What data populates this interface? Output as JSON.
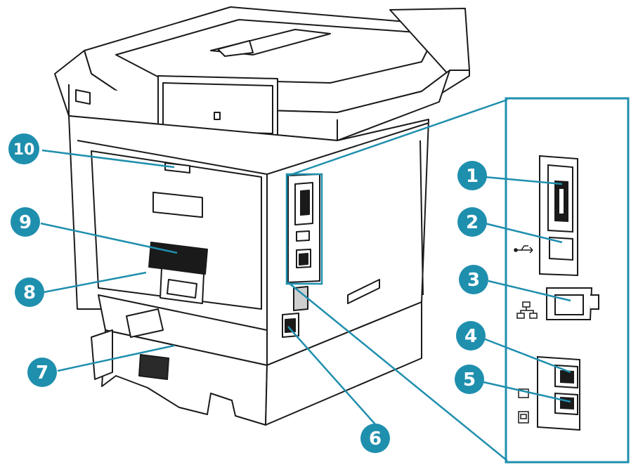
{
  "colors": {
    "accent": "#1f8fae",
    "callout_fill": "#1f8fae",
    "callout_text": "#ffffff",
    "printer_stroke": "#1a1a1a",
    "printer_fill": "#ffffff",
    "shade": "#d9d9d9"
  },
  "callouts": [
    {
      "label": "1"
    },
    {
      "label": "2"
    },
    {
      "label": "3"
    },
    {
      "label": "4"
    },
    {
      "label": "5"
    },
    {
      "label": "6"
    },
    {
      "label": "7"
    },
    {
      "label": "8"
    },
    {
      "label": "9"
    },
    {
      "label": "10"
    }
  ],
  "icons": {
    "usb": "usb-icon",
    "network": "network-icon",
    "phone": "phone-icon"
  }
}
